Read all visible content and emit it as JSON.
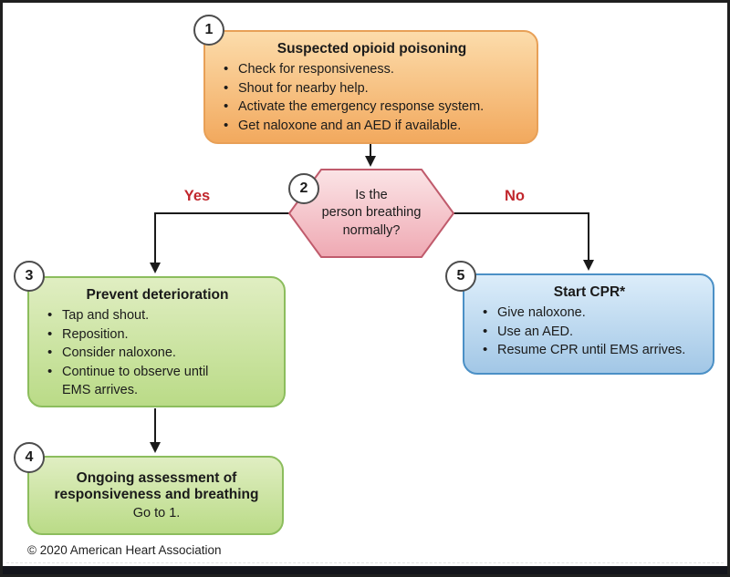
{
  "boxes": {
    "b1": {
      "number": "1",
      "title": "Suspected opioid poisoning",
      "bullets": [
        "Check for responsiveness.",
        "Shout for nearby help.",
        "Activate the emergency response system.",
        "Get naloxone and an AED if available."
      ]
    },
    "b2": {
      "number": "2",
      "question": "Is the\nperson breathing\nnormally?"
    },
    "b3": {
      "number": "3",
      "title": "Prevent deterioration",
      "bullets": [
        "Tap and shout.",
        "Reposition.",
        "Consider naloxone.",
        "Continue to observe until\nEMS arrives."
      ]
    },
    "b4": {
      "number": "4",
      "title": "Ongoing assessment of\nresponsiveness and breathing",
      "subtext": "Go to 1."
    },
    "b5": {
      "number": "5",
      "title": "Start CPR*",
      "bullets": [
        "Give naloxone.",
        "Use an AED.",
        "Resume CPR until EMS arrives."
      ]
    }
  },
  "labels": {
    "yes": "Yes",
    "no": "No"
  },
  "footer": {
    "copyright": "© 2020 American Heart Association"
  },
  "colors": {
    "accent-red": "#c1272d",
    "orange-top": "#fcdcab",
    "orange-bottom": "#f2a95e",
    "orange-border": "#e8a057",
    "green-top": "#e0eec2",
    "green-bottom": "#badb87",
    "green-border": "#8cbd5d",
    "blue-top": "#dcedfa",
    "blue-bottom": "#a2c7e6",
    "blue-border": "#4b90c6",
    "hex-top": "#fbe4e6",
    "hex-bottom": "#efa9b3",
    "hex-border": "#c05b6c",
    "line-color": "#1a1a1a",
    "bar-color": "#14151c"
  }
}
